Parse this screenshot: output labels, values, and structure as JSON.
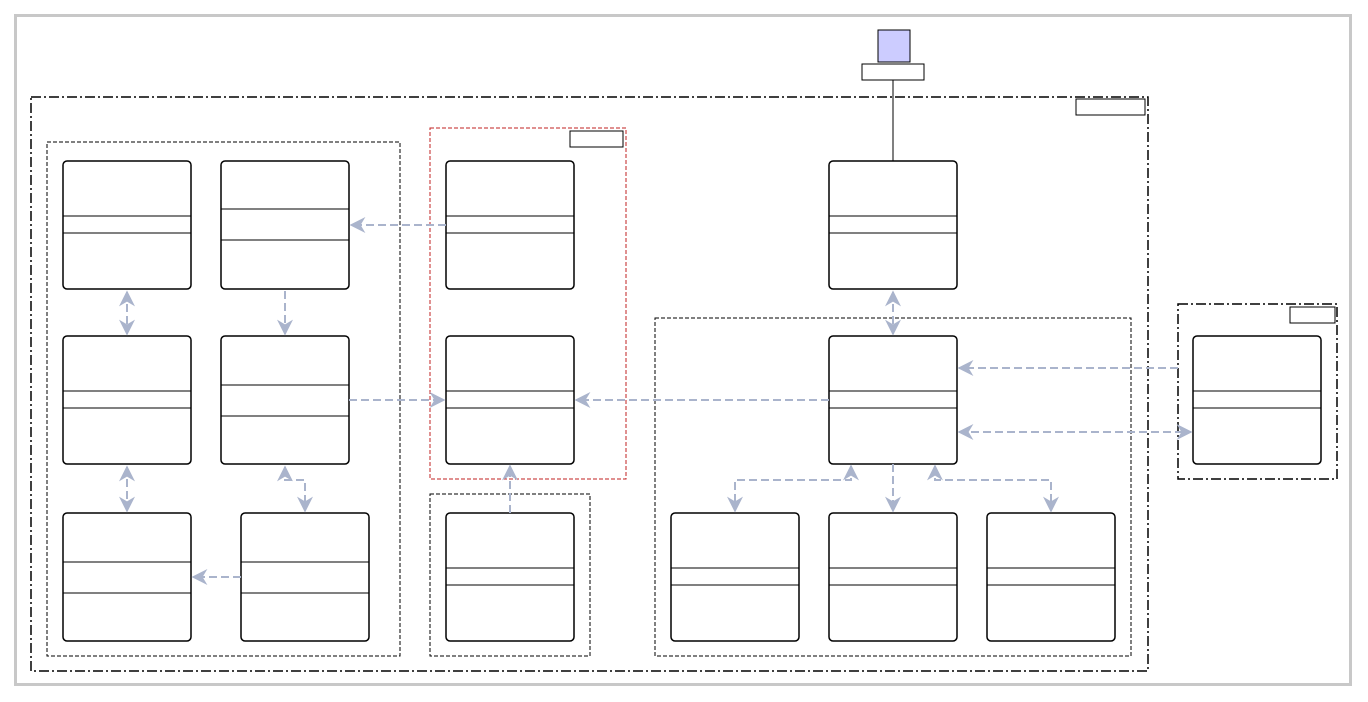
{
  "diagram": {
    "actor": {
      "label": ""
    },
    "boundaries": [
      {
        "id": "system",
        "label": ""
      },
      {
        "id": "red-group",
        "label": ""
      },
      {
        "id": "external",
        "label": ""
      }
    ],
    "classes": [
      {
        "id": "c1",
        "name": ""
      },
      {
        "id": "c2",
        "name": ""
      },
      {
        "id": "c3",
        "name": ""
      },
      {
        "id": "c4",
        "name": ""
      },
      {
        "id": "c5",
        "name": ""
      },
      {
        "id": "c6",
        "name": ""
      },
      {
        "id": "c7",
        "name": ""
      },
      {
        "id": "c8",
        "name": ""
      },
      {
        "id": "c9",
        "name": ""
      },
      {
        "id": "c10",
        "name": ""
      },
      {
        "id": "c11",
        "name": ""
      },
      {
        "id": "c12",
        "name": ""
      },
      {
        "id": "c13",
        "name": ""
      },
      {
        "id": "c14",
        "name": ""
      },
      {
        "id": "c15",
        "name": ""
      }
    ],
    "colors": {
      "connector": "#aab4cc",
      "actor_fill": "#ccccff",
      "red_boundary": "#c02020",
      "frame": "#c8c8c8"
    }
  }
}
